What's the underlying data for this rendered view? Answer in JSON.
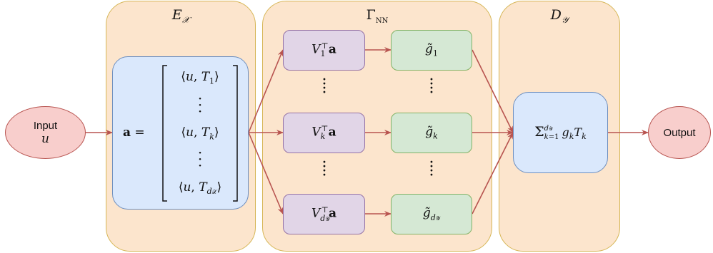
{
  "panels": {
    "encoder_title": "E",
    "encoder_sub": "𝒳",
    "nn_title": "Γ",
    "nn_sub": "NN",
    "decoder_title": "D",
    "decoder_sub": "𝒴"
  },
  "input": {
    "label": "Input",
    "var": "u"
  },
  "output": {
    "label": "Output"
  },
  "encoder": {
    "lhs": "a",
    "rows": [
      "⟨u, T₁⟩",
      "⋮",
      "⟨u, T_k⟩",
      "⋮",
      "⟨u, T_d𝒳⟩"
    ]
  },
  "network": {
    "projections": [
      "V₁ᵀa",
      "V_kᵀa",
      "V_dᵧᵀa"
    ],
    "outputs": [
      "g̃₁",
      "g̃_k",
      "g̃_dᵧ"
    ]
  },
  "decoder": {
    "sum": "Σ",
    "sum_sub": "k=1",
    "sum_sup": "d𝒴",
    "term": "g_k T_k"
  }
}
